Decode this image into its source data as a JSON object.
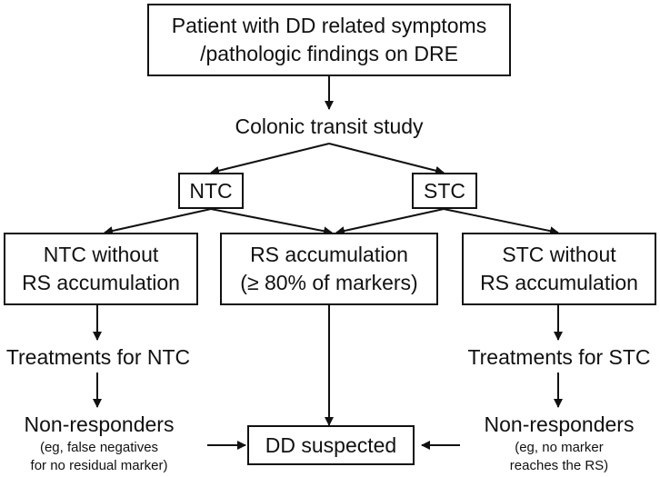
{
  "start_box": {
    "line1": "Patient with DD related symptoms",
    "line2": "/pathologic findings on DRE"
  },
  "transit_study": "Colonic transit study",
  "ntc": "NTC",
  "stc": "STC",
  "ntc_without": {
    "line1": "NTC without",
    "line2": "RS accumulation"
  },
  "rs_accumulation": {
    "line1": "RS accumulation",
    "line2": "(≥ 80% of markers)"
  },
  "stc_without": {
    "line1": "STC without",
    "line2": "RS accumulation"
  },
  "treat_ntc": "Treatments for NTC",
  "treat_stc": "Treatments for STC",
  "nonresp_left": {
    "title": "Non-responders",
    "note1": "(eg, false negatives",
    "note2": "for no residual marker)"
  },
  "nonresp_right": {
    "title": "Non-responders",
    "note1": "(eg, no marker",
    "note2": "reaches the RS)"
  },
  "dd_suspected": "DD suspected"
}
